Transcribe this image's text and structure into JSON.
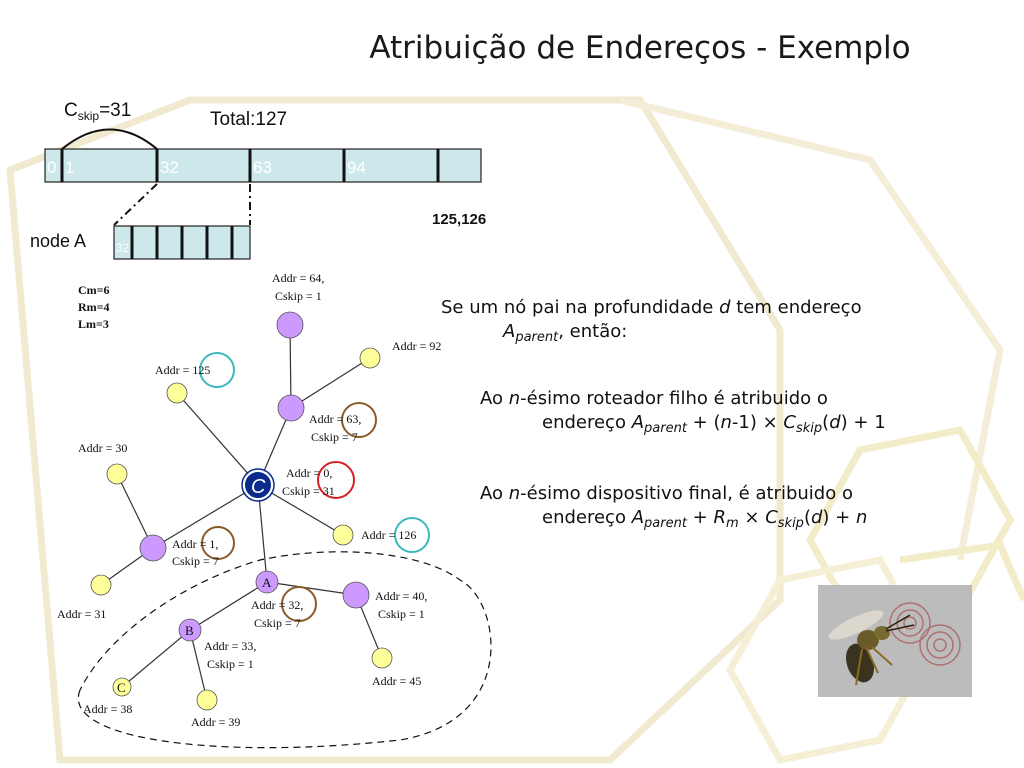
{
  "slide": {
    "title": "Atribuição de Endereços - Exemplo"
  },
  "address_bar": {
    "cskip_label": {
      "main": "C",
      "sub": "skip",
      "value": "=31"
    },
    "total": "Total:127",
    "cells": [
      "0",
      "1",
      "32",
      "63",
      "94"
    ],
    "tail": "125,126"
  },
  "node_a_bar": {
    "label": "node A",
    "cell": "32"
  },
  "params": [
    "Cm=6",
    "Rm=4",
    "Lm=3"
  ],
  "center_letter": "C",
  "nodes": {
    "top_router": {
      "addr": "Addr = 64,",
      "cskip": "Cskip = 1"
    },
    "top_device": {
      "addr": "Addr = 92"
    },
    "mid_router": {
      "addr": "Addr = 63,",
      "cskip": "Cskip = 7"
    },
    "dev_125": {
      "addr": "Addr = 125"
    },
    "coordinator": {
      "addr": "Addr = 0,",
      "cskip": "Cskip = 31"
    },
    "dev_126": {
      "addr": "Addr = 126"
    },
    "dev_30": {
      "addr": "Addr = 30"
    },
    "left_router": {
      "addr": "Addr = 1,",
      "cskip": "Cskip = 7"
    },
    "dev_31": {
      "addr": "Addr = 31"
    },
    "router_a": {
      "letter": "A",
      "addr": "Addr = 32,",
      "cskip": "Cskip = 7"
    },
    "router_40": {
      "addr": "Addr = 40,",
      "cskip": "Cskip = 1"
    },
    "dev_45": {
      "addr": "Addr = 45"
    },
    "router_b": {
      "letter": "B",
      "addr": "Addr = 33,",
      "cskip": "Cskip = 1"
    },
    "dev_c": {
      "letter": "C",
      "addr": "Addr = 38"
    },
    "dev_39": {
      "addr": "Addr = 39"
    }
  },
  "explanation": {
    "p1_a": "Se um nó pai na profundidade ",
    "p1_d": "d",
    "p1_b": " tem endereço",
    "p1_A": "A",
    "p1_parent": "parent",
    "p1_c": ", então:",
    "p2_a": "Ao ",
    "p2_n": "n",
    "p2_b": "-ésimo roteador filho é atribuido o",
    "p2_c": "endereço ",
    "p2_A": "A",
    "p2_parent": "parent",
    "p2_d": " + (",
    "p2_n2": "n",
    "p2_e": "-1) × ",
    "p2_C": "C",
    "p2_skip": "skip",
    "p2_f": "(",
    "p2_dd": "d",
    "p2_g": ") + 1",
    "p3_a": "Ao ",
    "p3_n": "n",
    "p3_b": "-ésimo dispositivo final, é atribuido o",
    "p3_c": "endereço  ",
    "p3_A": "A",
    "p3_parent": "parent",
    "p3_d": " + ",
    "p3_R": "R",
    "p3_m": "m",
    "p3_e": " × ",
    "p3_C": "C",
    "p3_skip": "skip",
    "p3_f": "(",
    "p3_dd": "d",
    "p3_g": ") + ",
    "p3_n2": "n"
  },
  "colors": {
    "router_fill": "#cc99ff",
    "device_fill": "#ffff99",
    "coordinator_fill": "#0a2a8c",
    "bar_fill": "#cce8ea",
    "circle_red": "#d42020",
    "circle_teal": "#3bb9bd",
    "circle_brown": "#8a5a2b"
  }
}
